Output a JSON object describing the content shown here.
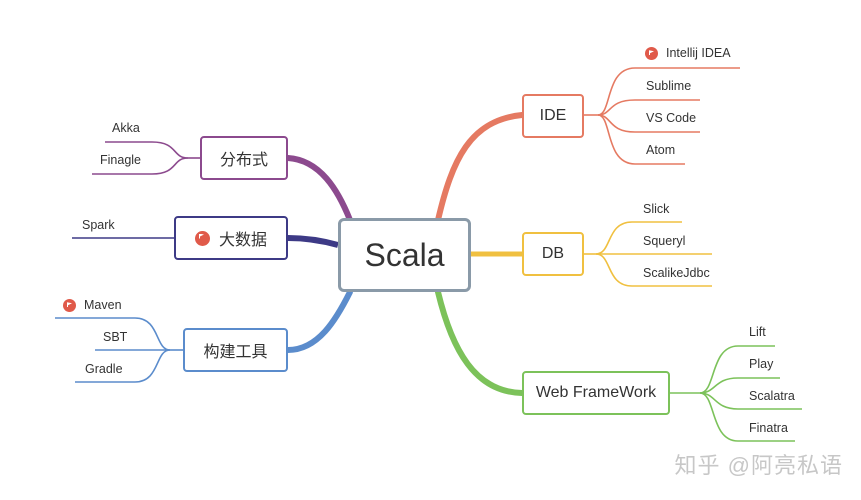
{
  "diagram": {
    "root": "Scala",
    "branches": [
      {
        "key": "ide",
        "label": "IDE",
        "color": "#e57a62",
        "leaves": [
          {
            "label": "Intellij IDEA",
            "flag": true
          },
          {
            "label": "Sublime"
          },
          {
            "label": "VS Code"
          },
          {
            "label": "Atom"
          }
        ]
      },
      {
        "key": "db",
        "label": "DB",
        "color": "#f0c040",
        "leaves": [
          {
            "label": "Slick"
          },
          {
            "label": "Squeryl"
          },
          {
            "label": "ScalikeJdbc"
          }
        ]
      },
      {
        "key": "web",
        "label": "Web FrameWork",
        "color": "#7cc25a",
        "leaves": [
          {
            "label": "Lift"
          },
          {
            "label": "Play"
          },
          {
            "label": "Scalatra"
          },
          {
            "label": "Finatra"
          }
        ]
      },
      {
        "key": "dist",
        "label": "分布式",
        "color": "#8c4a8e",
        "leaves": [
          {
            "label": "Akka"
          },
          {
            "label": "Finagle"
          }
        ]
      },
      {
        "key": "bigdata",
        "label": "大数据",
        "color": "#3d3a86",
        "flag": true,
        "leaves": [
          {
            "label": "Spark"
          }
        ]
      },
      {
        "key": "build",
        "label": "构建工具",
        "color": "#5b8ccc",
        "leaves": [
          {
            "label": "Maven",
            "flag": true
          },
          {
            "label": "SBT"
          },
          {
            "label": "Gradle"
          }
        ]
      }
    ]
  },
  "watermark": "知乎 @阿亮私语",
  "icons": {
    "flag": "flag-icon"
  }
}
